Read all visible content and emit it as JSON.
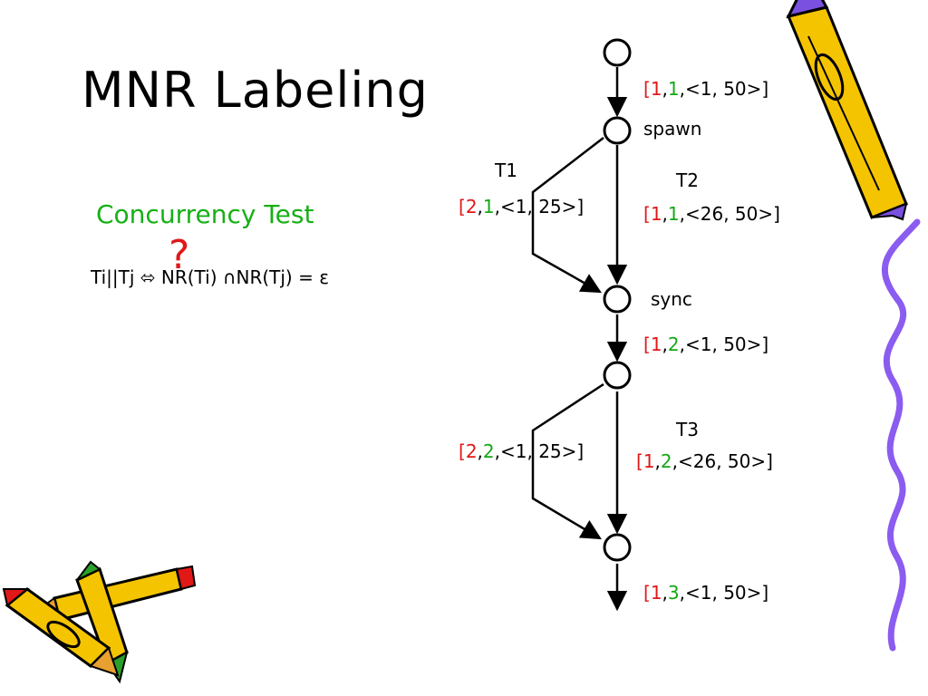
{
  "slide": {
    "title": "MNR Labeling",
    "subtitle": "Concurrency Test",
    "formula": "Ti||Tj ⬄ NR(Ti) ∩NR(Tj) = ε",
    "question_mark": "?"
  },
  "nodes": {
    "spawn": "spawn",
    "sync": "sync"
  },
  "threads": {
    "t1": "T1",
    "t2": "T2",
    "t3": "T3"
  },
  "labels": {
    "top": {
      "a": "1",
      "b": "1",
      "rest": ",<1, 50>"
    },
    "t1": {
      "a": "2",
      "b": "1",
      "rest": ",<1, 25>"
    },
    "t2": {
      "a": "1",
      "b": "1",
      "rest": ",<26, 50>"
    },
    "mid": {
      "a": "1",
      "b": "2",
      "rest": ",<1, 50>"
    },
    "left2": {
      "a": "2",
      "b": "2",
      "rest": ",<1, 25>"
    },
    "t3": {
      "a": "1",
      "b": "2",
      "rest": ",<26, 50>"
    },
    "bottom": {
      "a": "1",
      "b": "3",
      "rest": ",<1, 50>"
    }
  },
  "colors": {
    "title_green": "#16b016",
    "label_red": "#e01818",
    "label_green": "#14a814",
    "pencil_yellow": "#f5c400",
    "pencil_purple": "#7a50e0",
    "squiggle": "#8b5cf0"
  }
}
